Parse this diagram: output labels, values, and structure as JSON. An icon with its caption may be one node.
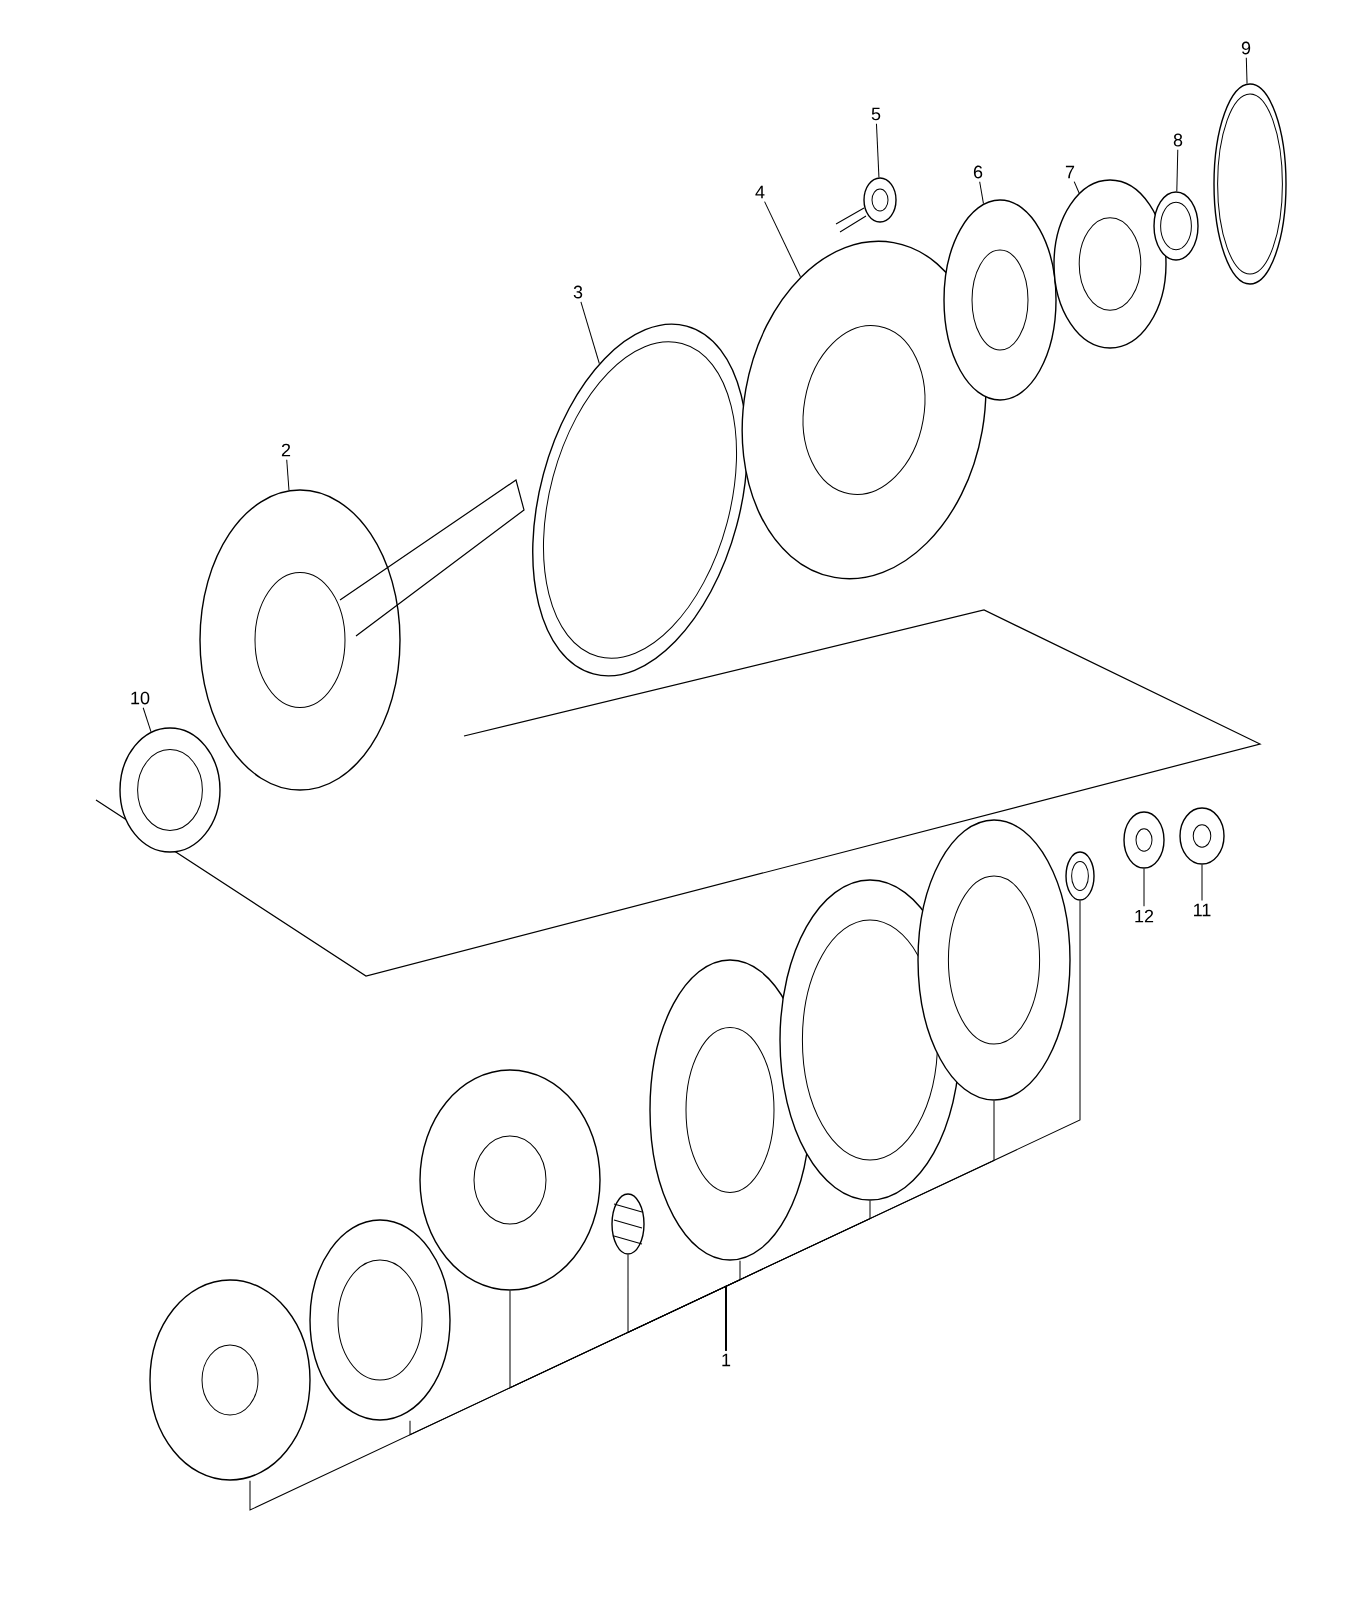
{
  "diagram": {
    "nodes": [
      {
        "text": [
          "1"
        ]
      },
      {
        "text": [
          "2"
        ]
      },
      {
        "text": [
          "3"
        ]
      },
      {
        "text": [
          "4"
        ]
      },
      {
        "text": [
          "5"
        ]
      },
      {
        "text": [
          "6"
        ]
      },
      {
        "text": [
          "7"
        ]
      },
      {
        "text": [
          "8"
        ]
      },
      {
        "text": [
          "9"
        ]
      },
      {
        "text": [
          "10"
        ]
      },
      {
        "text": [
          "11"
        ]
      },
      {
        "text": [
          "12"
        ]
      },
      {
        "text": [],
        "shape": "picture"
      },
      {
        "text": [],
        "shape": "picture"
      },
      {
        "text": [],
        "shape": "picture"
      },
      {
        "text": [],
        "shape": "picture"
      },
      {
        "text": [],
        "shape": "picture"
      },
      {
        "text": [],
        "shape": "picture"
      },
      {
        "text": [],
        "shape": "picture"
      },
      {
        "text": [],
        "shape": "picture"
      },
      {
        "text": [],
        "shape": "picture"
      },
      {
        "text": [],
        "shape": "picture"
      },
      {
        "text": [],
        "shape": "picture"
      },
      {
        "text": [],
        "shape": "picture"
      },
      {
        "text": [],
        "shape": "picture"
      },
      {
        "text": [],
        "shape": "picture"
      },
      {
        "text": [],
        "shape": "picture"
      },
      {
        "text": [],
        "shape": "picture"
      },
      {
        "text": [],
        "shape": "picture"
      },
      {
        "text": [],
        "shape": "picture"
      },
      {
        "text": [],
        "shape": "picture"
      }
    ],
    "edges": [
      {
        "from": 0,
        "to": 12,
        "arrow": "none"
      },
      {
        "from": 0,
        "to": 13,
        "arrow": "none"
      },
      {
        "from": 0,
        "to": 14,
        "arrow": "none"
      },
      {
        "from": 0,
        "to": 15,
        "arrow": "none"
      },
      {
        "from": 0,
        "to": 16,
        "arrow": "none"
      },
      {
        "from": 0,
        "to": 17,
        "arrow": "none"
      },
      {
        "from": 0,
        "to": 18,
        "arrow": "none"
      },
      {
        "from": 0,
        "to": 19,
        "arrow": "none"
      },
      {
        "from": 1,
        "to": 20,
        "arrow": "none"
      },
      {
        "from": 2,
        "to": 21,
        "arrow": "none"
      },
      {
        "from": 3,
        "to": 22,
        "arrow": "none"
      },
      {
        "from": 4,
        "to": 23,
        "arrow": "none"
      },
      {
        "from": 5,
        "to": 24,
        "arrow": "none"
      },
      {
        "from": 6,
        "to": 25,
        "arrow": "none"
      },
      {
        "from": 7,
        "to": 26,
        "arrow": "none"
      },
      {
        "from": 8,
        "to": 27,
        "arrow": "none"
      },
      {
        "from": 9,
        "to": 28,
        "arrow": "none"
      },
      {
        "from": 10,
        "to": 29,
        "arrow": "none"
      },
      {
        "from": 11,
        "to": 30,
        "arrow": "none"
      }
    ]
  }
}
